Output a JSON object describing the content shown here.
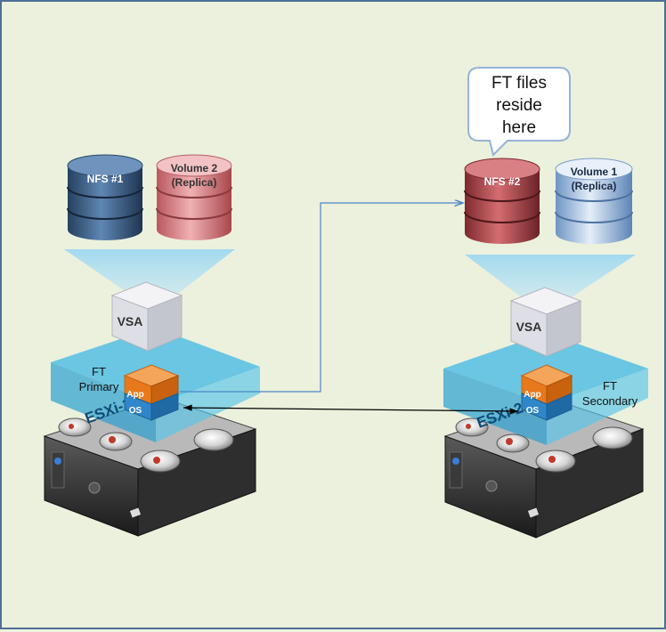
{
  "left_host": {
    "datastore_primary": "NFS #1",
    "datastore_replica_line1": "Volume 2",
    "datastore_replica_line2": "(Replica)",
    "vsa_label": "VSA",
    "ft_label_line1": "FT",
    "ft_label_line2": "Primary",
    "vm_app": "App",
    "vm_os": "OS",
    "host_name": "ESXi-1"
  },
  "right_host": {
    "datastore_primary": "NFS #2",
    "datastore_replica_line1": "Volume 1",
    "datastore_replica_line2": "(Replica)",
    "vsa_label": "VSA",
    "ft_label_line1": "FT",
    "ft_label_line2": "Secondary",
    "vm_app": "App",
    "vm_os": "OS",
    "host_name": "ESXi-2"
  },
  "callout": {
    "line1": "FT files",
    "line2": "reside",
    "line3": "here"
  },
  "colors": {
    "background": "#ebf1dd",
    "border": "#4e6e96",
    "nfs1_db": "#3f6289",
    "volume2_db": "#d9868a",
    "nfs2_db": "#b84e52",
    "volume1_db": "#9bbde0",
    "esxi_layer": "#3fb7e3",
    "vm_orange": "#e8791b",
    "vm_blue": "#2f86c9",
    "arrow_blue": "#4a86c5",
    "arrow_black": "#000000"
  }
}
